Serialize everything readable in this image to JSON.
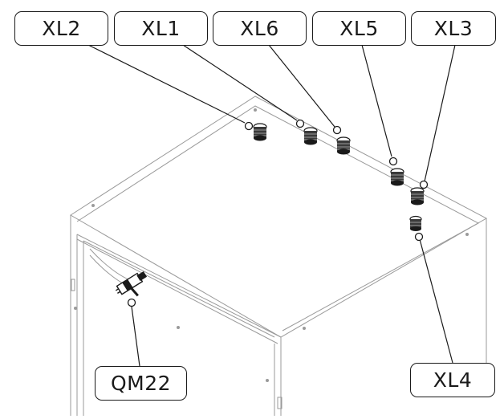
{
  "labels": {
    "xl2": "XL2",
    "xl1": "XL1",
    "xl6": "XL6",
    "xl5": "XL5",
    "xl3": "XL3",
    "xl4": "XL4",
    "qm22": "QM22"
  },
  "colors": {
    "line": "#1a1a1a",
    "outline": "#9a9a9a",
    "background": "#ffffff"
  }
}
